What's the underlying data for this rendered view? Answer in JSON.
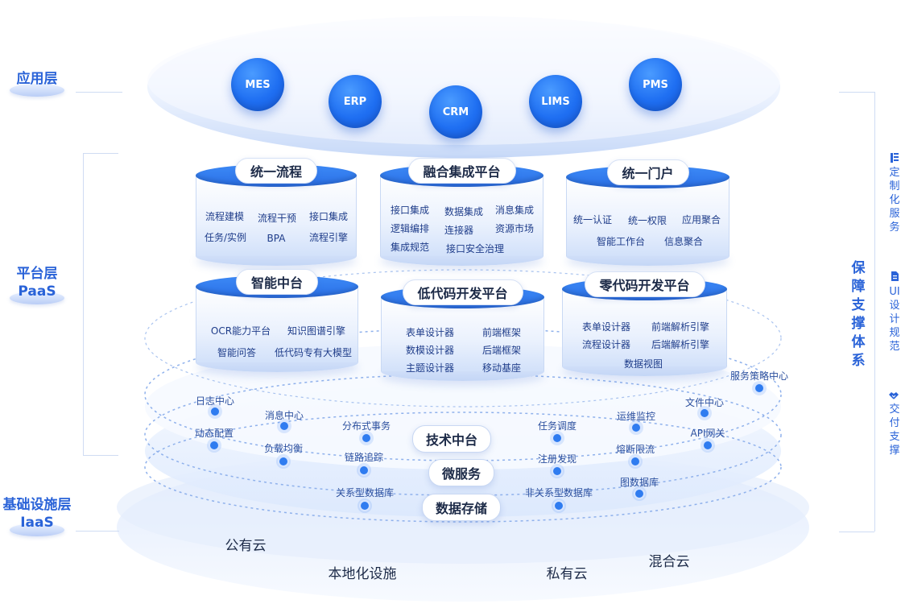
{
  "layers": {
    "application": {
      "title": "应用层"
    },
    "platform": {
      "title": "平台层",
      "subtitle": "PaaS"
    },
    "infrastructure": {
      "title": "基础设施层",
      "subtitle": "IaaS"
    }
  },
  "applications": [
    "MES",
    "ERP",
    "CRM",
    "LIMS",
    "PMS"
  ],
  "platforms": [
    {
      "title": "统一流程",
      "items": [
        "流程建模",
        "流程干预",
        "接口集成",
        "任务/实例",
        "BPA",
        "流程引擎"
      ]
    },
    {
      "title": "融合集成平台",
      "items": [
        "接口集成",
        "数据集成",
        "消息集成",
        "逻辑编排",
        "连接器",
        "资源市场",
        "集成规范",
        "接口安全治理"
      ]
    },
    {
      "title": "统一门户",
      "items": [
        "统一认证",
        "统一权限",
        "应用聚合",
        "智能工作台",
        "信息聚合"
      ]
    },
    {
      "title": "智能中台",
      "items": [
        "OCR能力平台",
        "知识图谱引擎",
        "智能问答",
        "低代码专有大模型"
      ]
    },
    {
      "title": "低代码开发平台",
      "items": [
        "表单设计器",
        "前端框架",
        "数模设计器",
        "后端框架",
        "主题设计器",
        "移动基座"
      ]
    },
    {
      "title": "零代码开发平台",
      "items": [
        "表单设计器",
        "前端解析引擎",
        "流程设计器",
        "后端解析引擎",
        "数据视图"
      ]
    }
  ],
  "tech_center": {
    "label": "技术中台",
    "nodes": [
      "服务策略中心",
      "日志中心",
      "消息中心",
      "分布式事务",
      "任务调度",
      "运维监控",
      "文件中心"
    ]
  },
  "microservice": {
    "label": "微服务",
    "nodes": [
      "动态配置",
      "负载均衡",
      "链路追踪",
      "注册发现",
      "熔断限流",
      "API网关"
    ]
  },
  "storage": {
    "label": "数据存储",
    "nodes": [
      "关系型数据库",
      "非关系型数据库",
      "图数据库"
    ]
  },
  "infrastructure": [
    "公有云",
    "本地化设施",
    "私有云",
    "混合云"
  ],
  "support": {
    "title": "保障支撑体系",
    "items": [
      {
        "icon": "customization-icon",
        "label": "定制化服务"
      },
      {
        "icon": "document-icon",
        "label": "UI设计规范"
      },
      {
        "icon": "handshake-icon",
        "label": "交付支撑"
      }
    ]
  },
  "colors": {
    "accent": "#2a63d8",
    "node": "#2f7cf0",
    "app": "#1f6ff2"
  }
}
